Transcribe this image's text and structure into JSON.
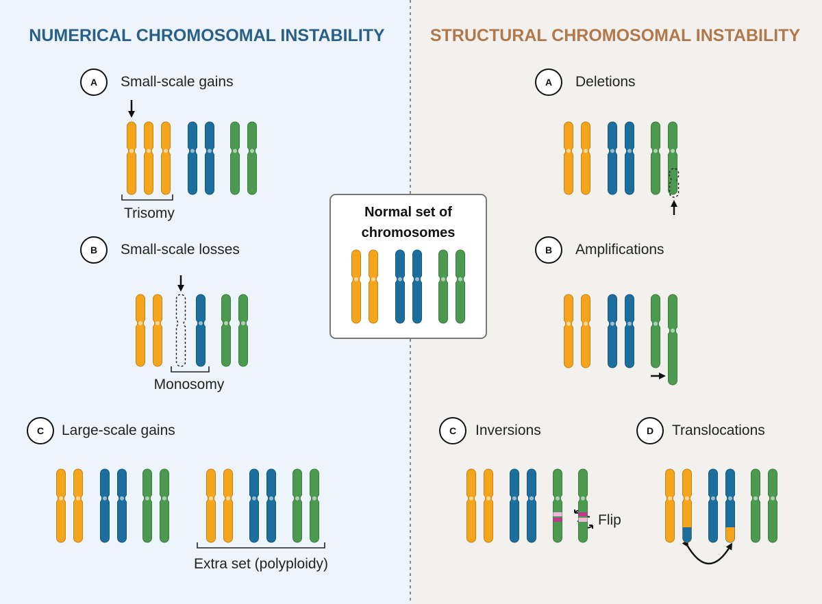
{
  "colors": {
    "left_bg": "#eef4fb",
    "right_bg": "#f2f1ee",
    "left_heading": "#2a5f88",
    "right_heading": "#b0784b",
    "orange": "#f4a51c",
    "blue": "#1c6e9c",
    "green": "#4c9a4f",
    "highlight": "#c0398a",
    "highlight_light": "#efb9dd",
    "dashed_outline": "#222222"
  },
  "left_panel": {
    "title": "NUMERICAL CHROMOSOMAL INSTABILITY",
    "sections": [
      {
        "badge": "A",
        "label": "Small-scale gains",
        "bracket_label": "Trisomy"
      },
      {
        "badge": "B",
        "label": "Small-scale losses",
        "bracket_label": "Monosomy"
      },
      {
        "badge": "C",
        "label": "Large-scale gains",
        "bracket_label": "Extra set (polyploidy)"
      }
    ]
  },
  "center_box": {
    "title_line1": "Normal set of",
    "title_line2": "chromosomes"
  },
  "right_panel": {
    "title": "STRUCTURAL CHROMOSOMAL INSTABILITY",
    "sections": [
      {
        "badge": "A",
        "label": "Deletions"
      },
      {
        "badge": "B",
        "label": "Amplifications"
      },
      {
        "badge": "C",
        "label": "Inversions",
        "annotation": "Flip"
      },
      {
        "badge": "D",
        "label": "Translocations"
      }
    ]
  },
  "icons": [
    "arrow-down-icon",
    "arrow-up-icon",
    "arrow-right-icon",
    "flip-rotate-icon",
    "curved-double-arrow-icon"
  ]
}
